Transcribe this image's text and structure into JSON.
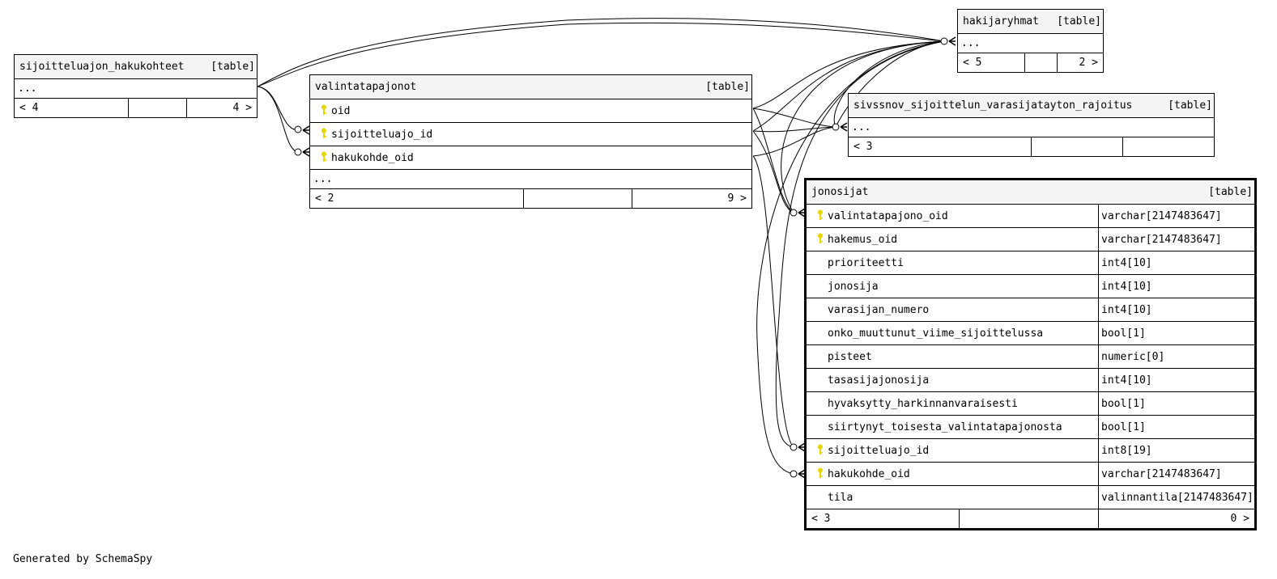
{
  "tables": {
    "sijoitteluajon_hakukohteet": {
      "name": "sijoitteluajon_hakukohteet",
      "tag": "[table]",
      "ellipsis": "...",
      "footer": [
        "< 4",
        "",
        "4 >"
      ]
    },
    "valintatapajonot": {
      "name": "valintatapajonot",
      "tag": "[table]",
      "columns": [
        "oid",
        "sijoitteluajo_id",
        "hakukohde_oid"
      ],
      "ellipsis": "...",
      "footer": [
        "< 2",
        "",
        "9 >"
      ]
    },
    "hakijaryhmat": {
      "name": "hakijaryhmat",
      "tag": "[table]",
      "ellipsis": "...",
      "footer": [
        "< 5",
        "",
        "2 >"
      ]
    },
    "sivssnov": {
      "name": "sivssnov_sijoittelun_varasijatayton_rajoitus",
      "tag": "[table]",
      "ellipsis": "...",
      "footer": [
        "< 3",
        "",
        ""
      ]
    },
    "jonosijat": {
      "name": "jonosijat",
      "tag": "[table]",
      "columns": [
        {
          "name": "valintatapajono_oid",
          "type": "varchar[2147483647]",
          "key": true
        },
        {
          "name": "hakemus_oid",
          "type": "varchar[2147483647]",
          "key": true
        },
        {
          "name": "prioriteetti",
          "type": "int4[10]",
          "key": false
        },
        {
          "name": "jonosija",
          "type": "int4[10]",
          "key": false
        },
        {
          "name": "varasijan_numero",
          "type": "int4[10]",
          "key": false
        },
        {
          "name": "onko_muuttunut_viime_sijoittelussa",
          "type": "bool[1]",
          "key": false
        },
        {
          "name": "pisteet",
          "type": "numeric[0]",
          "key": false
        },
        {
          "name": "tasasijajonosija",
          "type": "int4[10]",
          "key": false
        },
        {
          "name": "hyvaksytty_harkinnanvaraisesti",
          "type": "bool[1]",
          "key": false
        },
        {
          "name": "siirtynyt_toisesta_valintatapajonosta",
          "type": "bool[1]",
          "key": false
        },
        {
          "name": "sijoitteluajo_id",
          "type": "int8[19]",
          "key": true
        },
        {
          "name": "hakukohde_oid",
          "type": "varchar[2147483647]",
          "key": true
        },
        {
          "name": "tila",
          "type": "valinnantila[2147483647]",
          "key": false
        }
      ],
      "footer": [
        "< 3",
        "",
        "0 >"
      ]
    }
  },
  "footer_note": "Generated by SchemaSpy",
  "key_icon": "key-icon",
  "colors": {
    "key": "#e6d700",
    "header_bg": "#f4f4f4"
  }
}
